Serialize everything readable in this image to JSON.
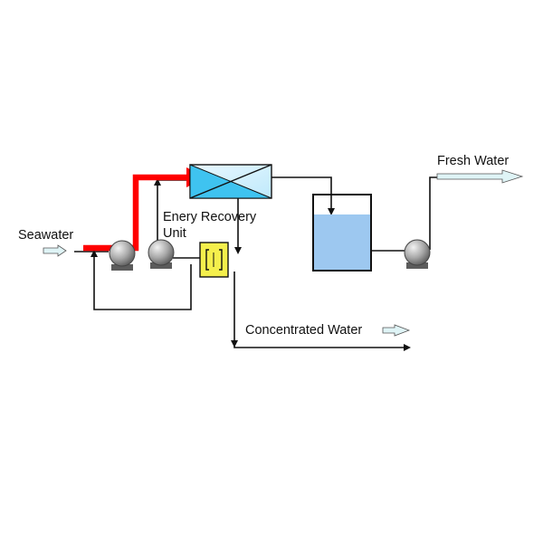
{
  "diagram": {
    "labels": {
      "seawater": "Seawater",
      "erd_line1": "Enery Recovery",
      "erd_line2": "Unit",
      "fresh_water": "Fresh Water",
      "concentrated_water": "Concentrated Water"
    },
    "colors": {
      "high_pressure_line": "#ff0000",
      "membrane_fill": "#3fc3f0",
      "tank_water": "#9dc8f0",
      "energy_recovery_unit": "#f4ef4c",
      "pump_body": "#8c8c8c",
      "pipe": "#111111",
      "flow_arrow": "#dff4f6"
    }
  }
}
